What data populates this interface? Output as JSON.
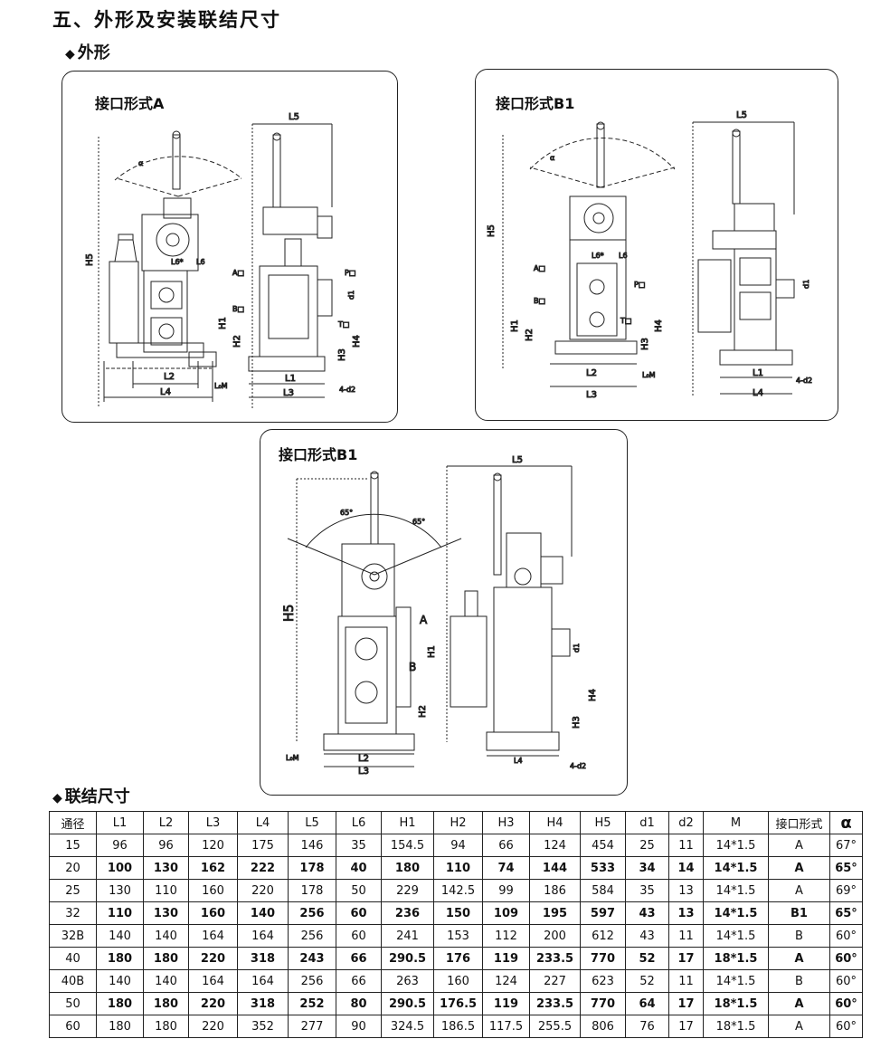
{
  "page_title": "五、外形及安装联结尺寸",
  "outline_heading": {
    "bullet": "◆",
    "text": "外形"
  },
  "dims_heading": {
    "bullet": "◆",
    "text": "联结尺寸"
  },
  "panels": {
    "a": {
      "title": "接口形式A"
    },
    "b1_top": {
      "title": "接口形式B1"
    },
    "b1_bottom": {
      "title": "接口形式B1"
    }
  },
  "labels": {
    "L1": "L1",
    "L2": "L2",
    "L3": "L3",
    "L4": "L4",
    "L5": "L5",
    "L6": "L6",
    "L6star": "L6*",
    "L0M": "L₀M",
    "H1": "H1",
    "H2": "H2",
    "H3": "H3",
    "H4": "H4",
    "H5": "H5",
    "d1": "d1",
    "d2": "4-d2",
    "A": "A",
    "B": "B",
    "P": "P",
    "T": "T",
    "Abox": "A□",
    "Bbox": "B□",
    "Pbox": "P□",
    "Tbox": "T□",
    "alpha": "α",
    "angle65": "65°"
  },
  "table": {
    "headers": [
      "通径",
      "L1",
      "L2",
      "L3",
      "L4",
      "L5",
      "L6",
      "H1",
      "H2",
      "H3",
      "H4",
      "H5",
      "d1",
      "d2",
      "M",
      "接口形式",
      "α"
    ],
    "rows": [
      [
        "15",
        "96",
        "96",
        "120",
        "175",
        "146",
        "35",
        "154.5",
        "94",
        "66",
        "124",
        "454",
        "25",
        "11",
        "14*1.5",
        "A",
        "67°"
      ],
      [
        "20",
        "100",
        "130",
        "162",
        "222",
        "178",
        "40",
        "180",
        "110",
        "74",
        "144",
        "533",
        "34",
        "14",
        "14*1.5",
        "A",
        "65°"
      ],
      [
        "25",
        "130",
        "110",
        "160",
        "220",
        "178",
        "50",
        "229",
        "142.5",
        "99",
        "186",
        "584",
        "35",
        "13",
        "14*1.5",
        "A",
        "69°"
      ],
      [
        "32",
        "110",
        "130",
        "160",
        "140",
        "256",
        "60",
        "236",
        "150",
        "109",
        "195",
        "597",
        "43",
        "13",
        "14*1.5",
        "B1",
        "65°"
      ],
      [
        "32B",
        "140",
        "140",
        "164",
        "164",
        "256",
        "60",
        "241",
        "153",
        "112",
        "200",
        "612",
        "43",
        "11",
        "14*1.5",
        "B",
        "60°"
      ],
      [
        "40",
        "180",
        "180",
        "220",
        "318",
        "243",
        "66",
        "290.5",
        "176",
        "119",
        "233.5",
        "770",
        "52",
        "17",
        "18*1.5",
        "A",
        "60°"
      ],
      [
        "40B",
        "140",
        "140",
        "164",
        "164",
        "256",
        "66",
        "263",
        "160",
        "124",
        "227",
        "623",
        "52",
        "11",
        "14*1.5",
        "B",
        "60°"
      ],
      [
        "50",
        "180",
        "180",
        "220",
        "318",
        "252",
        "80",
        "290.5",
        "176.5",
        "119",
        "233.5",
        "770",
        "64",
        "17",
        "18*1.5",
        "A",
        "60°"
      ],
      [
        "60",
        "180",
        "180",
        "220",
        "352",
        "277",
        "90",
        "324.5",
        "186.5",
        "117.5",
        "255.5",
        "806",
        "76",
        "17",
        "18*1.5",
        "A",
        "60°"
      ]
    ]
  }
}
